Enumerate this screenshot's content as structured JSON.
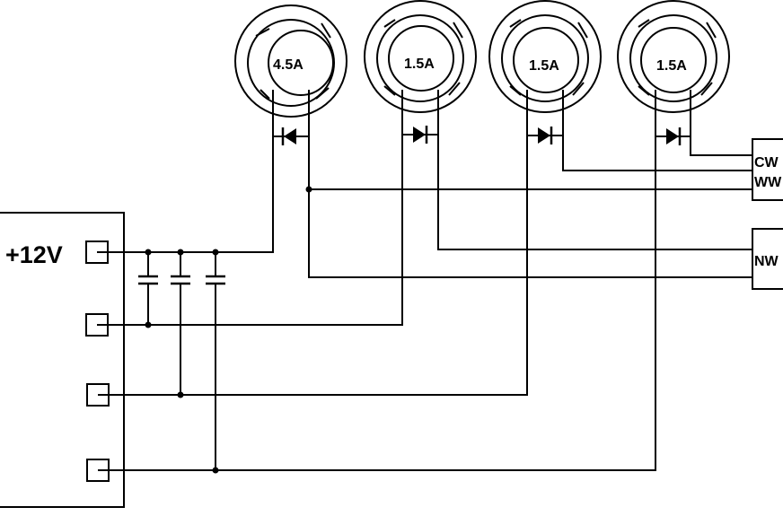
{
  "power_supply": {
    "label": "+12V"
  },
  "leds": [
    {
      "current": "4.5A"
    },
    {
      "current": "1.5A"
    },
    {
      "current": "1.5A"
    },
    {
      "current": "1.5A"
    }
  ],
  "connectors": {
    "top": {
      "lines": [
        "CW",
        "WW"
      ]
    },
    "bottom": {
      "lines": [
        "NW"
      ]
    }
  }
}
